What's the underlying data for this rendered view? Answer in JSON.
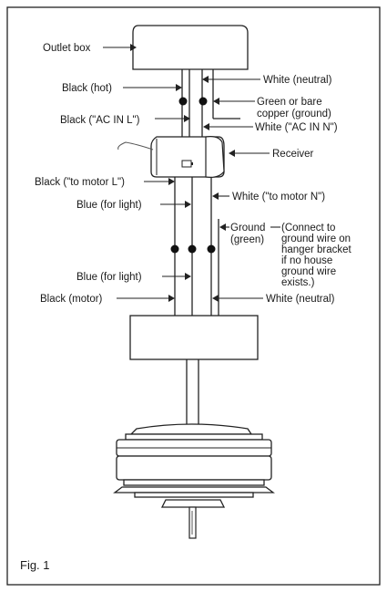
{
  "labels": {
    "outlet_box": "Outlet box",
    "black_hot": "Black (hot)",
    "white_neutral_top": "White (neutral)",
    "green_copper_1": "Green or bare",
    "green_copper_2": "copper (ground)",
    "black_ac_in_l": "Black (\"AC IN L\")",
    "white_ac_in_n": "White (\"AC IN N\")",
    "receiver": "Receiver",
    "black_to_motor_l": "Black (\"to motor  L\")",
    "white_to_motor_n": "White (\"to motor  N\")",
    "blue_for_light_top": "Blue (for light)",
    "ground_green_1": "Ground",
    "ground_green_2": "(green)",
    "connect_note_1": "(Connect to",
    "connect_note_2": "ground wire on",
    "connect_note_3": "hanger bracket",
    "connect_note_4": "if no house",
    "connect_note_5": "ground wire",
    "connect_note_6": "exists.)",
    "blue_for_light_bottom": "Blue (for light)",
    "black_motor": "Black (motor)",
    "white_neutral_bottom": "White (neutral)"
  },
  "figure_label": "Fig. 1"
}
